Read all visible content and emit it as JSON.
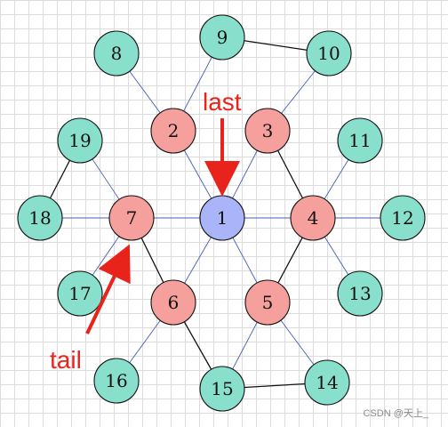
{
  "diagram": {
    "nodes": [
      {
        "id": "1",
        "color": "#aab4f8"
      },
      {
        "id": "2",
        "color": "#f5a09c"
      },
      {
        "id": "3",
        "color": "#f5a09c"
      },
      {
        "id": "4",
        "color": "#f5a09c"
      },
      {
        "id": "5",
        "color": "#f5a09c"
      },
      {
        "id": "6",
        "color": "#f5a09c"
      },
      {
        "id": "7",
        "color": "#f5a09c"
      },
      {
        "id": "8",
        "color": "#88e0cc"
      },
      {
        "id": "9",
        "color": "#88e0cc"
      },
      {
        "id": "10",
        "color": "#88e0cc"
      },
      {
        "id": "11",
        "color": "#88e0cc"
      },
      {
        "id": "12",
        "color": "#88e0cc"
      },
      {
        "id": "13",
        "color": "#88e0cc"
      },
      {
        "id": "14",
        "color": "#88e0cc"
      },
      {
        "id": "15",
        "color": "#88e0cc"
      },
      {
        "id": "16",
        "color": "#88e0cc"
      },
      {
        "id": "17",
        "color": "#88e0cc"
      },
      {
        "id": "18",
        "color": "#88e0cc"
      },
      {
        "id": "19",
        "color": "#88e0cc"
      }
    ],
    "edges": [
      {
        "from": "1",
        "to": "2",
        "color": "#4a5db5"
      },
      {
        "from": "1",
        "to": "3",
        "color": "#4a5db5"
      },
      {
        "from": "1",
        "to": "4",
        "color": "#4a5db5"
      },
      {
        "from": "1",
        "to": "5",
        "color": "#4a5db5"
      },
      {
        "from": "1",
        "to": "6",
        "color": "#4a5db5"
      },
      {
        "from": "1",
        "to": "7",
        "color": "#4a5db5"
      },
      {
        "from": "2",
        "to": "8",
        "color": "#4a5db5"
      },
      {
        "from": "2",
        "to": "9",
        "color": "#4a5db5"
      },
      {
        "from": "3",
        "to": "10",
        "color": "#4a5db5"
      },
      {
        "from": "4",
        "to": "11",
        "color": "#4a5db5"
      },
      {
        "from": "4",
        "to": "12",
        "color": "#4a5db5"
      },
      {
        "from": "4",
        "to": "13",
        "color": "#4a5db5"
      },
      {
        "from": "5",
        "to": "14",
        "color": "#4a5db5"
      },
      {
        "from": "5",
        "to": "15",
        "color": "#4a5db5"
      },
      {
        "from": "6",
        "to": "16",
        "color": "#4a5db5"
      },
      {
        "from": "7",
        "to": "17",
        "color": "#4a5db5"
      },
      {
        "from": "7",
        "to": "18",
        "color": "#4a5db5"
      },
      {
        "from": "7",
        "to": "19",
        "color": "#4a5db5"
      },
      {
        "from": "9",
        "to": "10",
        "color": "#111111"
      },
      {
        "from": "18",
        "to": "19",
        "color": "#111111"
      },
      {
        "from": "14",
        "to": "15",
        "color": "#111111"
      },
      {
        "from": "3",
        "to": "4",
        "color": "#111111"
      },
      {
        "from": "4",
        "to": "5",
        "color": "#111111"
      },
      {
        "from": "6",
        "to": "7",
        "color": "#111111"
      },
      {
        "from": "6",
        "to": "15",
        "color": "#111111"
      }
    ]
  },
  "annotations": {
    "last": {
      "label": "last",
      "target": "1"
    },
    "tail": {
      "label": "tail",
      "target": "7"
    },
    "color": "#e8231c"
  },
  "watermark": "CSDN @天上_"
}
